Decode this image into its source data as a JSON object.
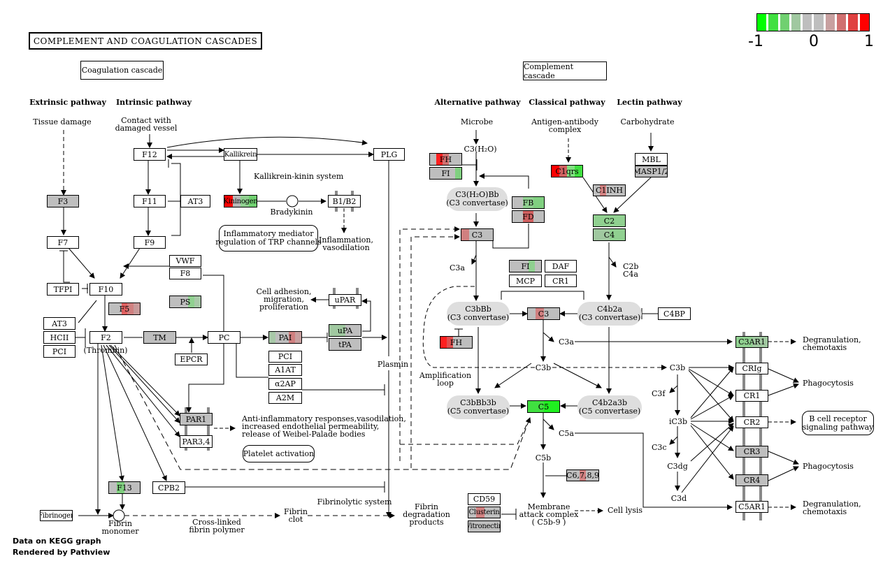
{
  "title": "COMPLEMENT AND COAGULATION CASCADES",
  "sections": {
    "coagulation": "Coagulation cascade",
    "complement": "Complement cascade"
  },
  "pathways": {
    "extrinsic": "Extrinsic pathway",
    "intrinsic": "Intrinsic pathway",
    "alternative": "Alternative pathway",
    "classical": "Classical pathway",
    "lectin": "Lectin pathway"
  },
  "legend": {
    "min": "-1",
    "mid": "0",
    "max": "1",
    "colors": [
      "#00ff00",
      "#40e040",
      "#70d070",
      "#a0c8a0",
      "#bebebe",
      "#bebebe",
      "#c8a0a0",
      "#d07070",
      "#e04040",
      "#ff0000"
    ]
  },
  "labels": {
    "tissue_damage": "Tissue damage",
    "contact": "Contact with\ndamaged vessel",
    "microbe": "Microbe",
    "antigen": "Antigen-antibody\ncomplex",
    "carbohydrate": "Carbohydrate",
    "kallikrein_kinin": "Kallikrein-kinin system",
    "bradykinin": "Bradykinin",
    "inflammation": "Inflammation,\nvasodilation",
    "inflammatory_mediator": "Inflammatory mediator\nregulation of TRP channels",
    "cell_adhesion": "Cell adhesion,\nmigration,\nproliferation",
    "thrombin": "(Thrombin)",
    "plasmin": "Plasmin",
    "anti_inflam": "Anti-inflammatory responses,vasodilation,\nincreased endothelial permeability,\nrelease of Weibel-Palade bodies",
    "platelet": "Platelet activation",
    "fibrinolytic": "Fibrinolytic system",
    "fibrin_clot": "Fibrin\nclot",
    "fibrin_degradation": "Fibrin\ndegradation\nproducts",
    "fibrin_monomer": "Fibrin\nmonomer",
    "crosslinked": "Cross-linked\nfibrin polymer",
    "c3h2o": "C3(H₂O)",
    "c3h2obb": "C3(H₂O)Bb\n(C3 convertase)",
    "c3bbb": "C3bBb\n(C3 convertase)",
    "c4b2a": "C4b2a\n(C3 convertase)",
    "c3bbb3b": "C3bBb3b\n(C5 convertase)",
    "c4b2a3b": "C4b2a3b\n(C5 convertase)",
    "c3a_1": "C3a",
    "c3a_2": "C3a",
    "c2b_c4a": "C2b\nC4a",
    "c3b_1": "C3b",
    "c3b_2": "C3b",
    "c3f": "C3f",
    "ic3b": "iC3b",
    "c3c": "C3c",
    "c3dg": "C3dg",
    "c3d": "C3d",
    "c5a": "C5a",
    "c5b": "C5b",
    "amplification": "Amplification\nloop",
    "mac": "Membrane\nattack complex\n( C5b-9 )",
    "cell_lysis": "Cell lysis",
    "degran1": "Degranulation,\nchemotaxis",
    "degran2": "Degranulation,\nchemotaxis",
    "phago1": "Phagocytosis",
    "phago2": "Phagocytosis",
    "bcell": "B cell receptor\nsignaling pathway"
  },
  "nodes": {
    "F12": {
      "label": "F12",
      "fill": [
        "#ffffff"
      ]
    },
    "Kallikrein": {
      "label": "Kallikrein",
      "fill": [
        "#ffffff"
      ]
    },
    "PLG": {
      "label": "PLG",
      "fill": [
        "#ffffff"
      ]
    },
    "F11": {
      "label": "F11",
      "fill": [
        "#ffffff"
      ]
    },
    "AT3a": {
      "label": "AT3",
      "fill": [
        "#ffffff"
      ]
    },
    "F9": {
      "label": "F9",
      "fill": [
        "#ffffff"
      ]
    },
    "F3": {
      "label": "F3",
      "fill": [
        "#bebebe"
      ]
    },
    "F7": {
      "label": "F7",
      "fill": [
        "#ffffff"
      ]
    },
    "TFPI": {
      "label": "TFPI",
      "fill": [
        "#ffffff"
      ]
    },
    "F10": {
      "label": "F10",
      "fill": [
        "#ffffff"
      ]
    },
    "VWF": {
      "label": "VWF",
      "fill": [
        "#ffffff"
      ]
    },
    "F8": {
      "label": "F8",
      "fill": [
        "#ffffff"
      ]
    },
    "F5": {
      "label": "F5",
      "fill": [
        "#bebebe",
        "#bebebe",
        "#e06060",
        "#d08080",
        "#c89a9a"
      ]
    },
    "PS": {
      "label": "PS",
      "fill": [
        "#bebebe",
        "#bebebe",
        "#bebebe",
        "#90d090",
        "#a8c8a8"
      ]
    },
    "Kininogen": {
      "label": "Kininogen",
      "fill": [
        "#ff0000",
        "#b8b8b8",
        "#90d090",
        "#70d070"
      ]
    },
    "B1B2": {
      "label": "B1/B2",
      "fill": [
        "#ffffff"
      ]
    },
    "AT3b": {
      "label": "AT3",
      "fill": [
        "#ffffff"
      ]
    },
    "HCII": {
      "label": "HCII",
      "fill": [
        "#ffffff"
      ]
    },
    "PCIa": {
      "label": "PCI",
      "fill": [
        "#ffffff"
      ]
    },
    "F2": {
      "label": "F2",
      "fill": [
        "#ffffff"
      ]
    },
    "TM": {
      "label": "TM",
      "fill": [
        "#bebebe"
      ]
    },
    "PC": {
      "label": "PC",
      "fill": [
        "#ffffff"
      ]
    },
    "EPCR": {
      "label": "EPCR",
      "fill": [
        "#ffffff"
      ]
    },
    "PAI": {
      "label": "PAI",
      "fill": [
        "#a8c8a8",
        "#bebebe",
        "#bebebe",
        "#d08080",
        "#c8a0a0"
      ]
    },
    "uPAR": {
      "label": "uPAR",
      "fill": [
        "#ffffff"
      ]
    },
    "uPA": {
      "label": "uPA",
      "fill": [
        "#a0c8a0",
        "#bebebe"
      ]
    },
    "tPA": {
      "label": "tPA",
      "fill": [
        "#bebebe"
      ]
    },
    "PCIb": {
      "label": "PCI",
      "fill": [
        "#ffffff"
      ]
    },
    "A1AT": {
      "label": "A1AT",
      "fill": [
        "#ffffff"
      ]
    },
    "a2AP": {
      "label": "α2AP",
      "fill": [
        "#ffffff"
      ]
    },
    "A2M": {
      "label": "A2M",
      "fill": [
        "#ffffff"
      ]
    },
    "PAR1": {
      "label": "PAR1",
      "fill": [
        "#bebebe"
      ]
    },
    "PAR34": {
      "label": "PAR3,4",
      "fill": [
        "#ffffff"
      ]
    },
    "F13": {
      "label": "F13",
      "fill": [
        "#bebebe",
        "#80d080",
        "#bebebe",
        "#bebebe"
      ]
    },
    "CPB2": {
      "label": "CPB2",
      "fill": [
        "#ffffff"
      ]
    },
    "Fibrinogen": {
      "label": "Fibrinogen",
      "fill": [
        "#ffffff"
      ]
    },
    "FH1": {
      "label": "FH",
      "fill": [
        "#bebebe",
        "#ff2020",
        "#d07070",
        "#bebebe",
        "#bebebe"
      ]
    },
    "FI1": {
      "label": "FI",
      "fill": [
        "#bebebe",
        "#bebebe",
        "#bebebe",
        "#bebebe",
        "#80d080"
      ]
    },
    "C1qrs": {
      "label": "C1qrs",
      "fill": [
        "#ff0000",
        "#d06060",
        "#80e080",
        "#40e040"
      ]
    },
    "MBL": {
      "label": "MBL",
      "fill": [
        "#ffffff"
      ]
    },
    "MASP12": {
      "label": "MASP1/2",
      "fill": [
        "#bebebe"
      ]
    },
    "C1INH": {
      "label": "C1INH",
      "fill": [
        "#bebebe",
        "#d08080",
        "#bebebe",
        "#bebebe",
        "#bebebe"
      ]
    },
    "FB": {
      "label": "FB",
      "fill": [
        "#bebebe",
        "#90d090",
        "#80d080"
      ]
    },
    "FD": {
      "label": "FD",
      "fill": [
        "#bebebe",
        "#d06060",
        "#bebebe"
      ]
    },
    "C2": {
      "label": "C2",
      "fill": [
        "#90d090"
      ]
    },
    "C4": {
      "label": "C4",
      "fill": [
        "#a0c8a0",
        "#90d090"
      ]
    },
    "C3a": {
      "label": "C3",
      "fill": [
        "#d08080",
        "#bebebe",
        "#bebebe",
        "#bebebe"
      ]
    },
    "FI2": {
      "label": "FI",
      "fill": [
        "#bebebe",
        "#bebebe",
        "#bebebe",
        "#90d090",
        "#bebebe"
      ]
    },
    "DAF": {
      "label": "DAF",
      "fill": [
        "#ffffff"
      ]
    },
    "MCP": {
      "label": "MCP",
      "fill": [
        "#ffffff"
      ]
    },
    "CR1a": {
      "label": "CR1",
      "fill": [
        "#ffffff"
      ]
    },
    "C3b": {
      "label": "C3",
      "fill": [
        "#bebebe",
        "#d08080",
        "#bebebe",
        "#bebebe"
      ]
    },
    "C4BP": {
      "label": "C4BP",
      "fill": [
        "#ffffff"
      ]
    },
    "FH2": {
      "label": "FH",
      "fill": [
        "#ff2020",
        "#e05050",
        "#bebebe",
        "#bebebe",
        "#bebebe"
      ]
    },
    "C5": {
      "label": "C5",
      "fill": [
        "#40e040",
        "#20f020"
      ]
    },
    "C3AR1": {
      "label": "C3AR1",
      "fill": [
        "#90d090",
        "#a0c8a0"
      ]
    },
    "CRIg": {
      "label": "CRIg",
      "fill": [
        "#ffffff"
      ]
    },
    "CR1b": {
      "label": "CR1",
      "fill": [
        "#ffffff"
      ]
    },
    "CR2": {
      "label": "CR2",
      "fill": [
        "#ffffff"
      ]
    },
    "CR3": {
      "label": "CR3",
      "fill": [
        "#bebebe"
      ]
    },
    "CR4": {
      "label": "CR4",
      "fill": [
        "#bebebe"
      ]
    },
    "C5AR1": {
      "label": "C5AR1",
      "fill": [
        "#ffffff"
      ]
    },
    "C6789": {
      "label": "C6,7,8,9",
      "fill": [
        "#bebebe",
        "#bebebe",
        "#d08080",
        "#bebebe",
        "#bebebe"
      ]
    },
    "CD59": {
      "label": "CD59",
      "fill": [
        "#ffffff"
      ]
    },
    "Clusterin": {
      "label": "Clusterin",
      "fill": [
        "#bebebe",
        "#d08080",
        "#bebebe",
        "#bebebe"
      ]
    },
    "Vitronectin": {
      "label": "Vitronectin",
      "fill": [
        "#bebebe"
      ]
    }
  },
  "footer": {
    "line1": "Data on KEGG graph",
    "line2": "Rendered by Pathview"
  }
}
